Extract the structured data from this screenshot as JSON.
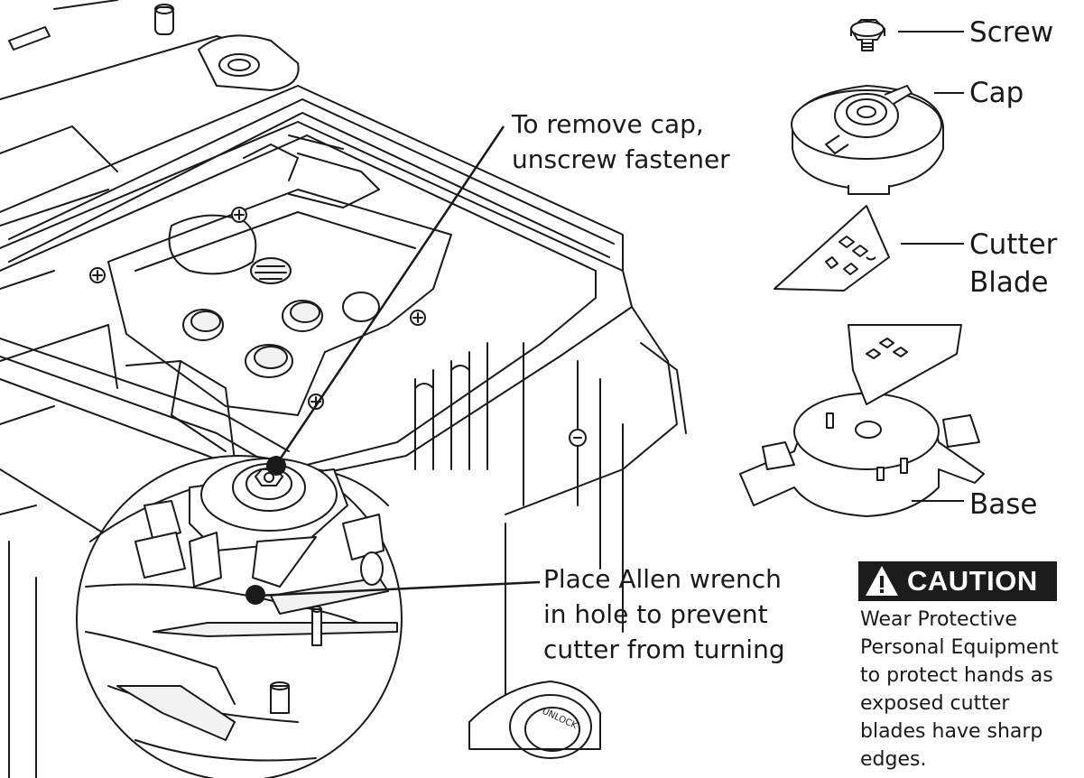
{
  "labels": {
    "screw": "Screw",
    "cap": "Cap",
    "cutter_blade": "Cutter\nBlade",
    "base": "Base"
  },
  "callouts": {
    "remove_cap": "To remove cap,\nunscrew fastener",
    "allen_wrench": "Place Allen wrench\nin hole to prevent\ncutter from turning"
  },
  "caution": {
    "title": "CAUTION",
    "body": "Wear Protective\nPersonal Equipment\nto protect hands as\nexposed cutter\nblades have sharp\nedges."
  },
  "knob_text": "UNLOCK",
  "colors": {
    "line": "#1a1a1a",
    "fill": "#ffffff",
    "shade": "#f2f2f2",
    "banner": "#1c1c1c"
  }
}
